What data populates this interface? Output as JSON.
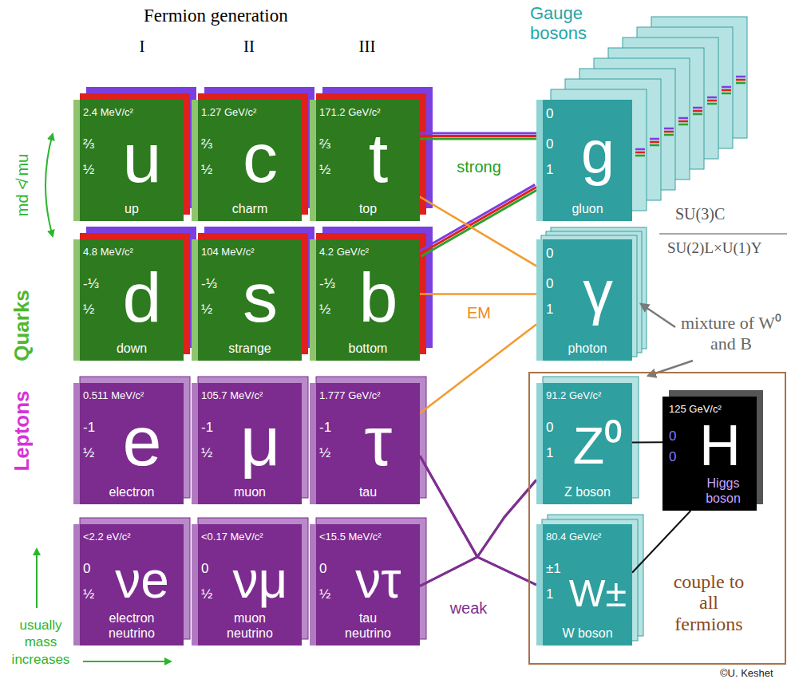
{
  "diagram": {
    "title": "Fermion generation",
    "nodes": [
      {
        "text": [
          "2.4 MeV/c²",
          "⅔",
          "½",
          "u",
          "up"
        ]
      },
      {
        "text": [
          "1.27 GeV/c²",
          "⅔",
          "½",
          "c",
          "charm"
        ]
      },
      {
        "text": [
          "171.2 GeV/c²",
          "⅔",
          "½",
          "t",
          "top"
        ]
      },
      {
        "text": [
          "4.8 MeV/c²",
          "-⅓",
          "½",
          "d",
          "down"
        ]
      },
      {
        "text": [
          "104 MeV/c²",
          "-⅓",
          "½",
          "s",
          "strange"
        ]
      },
      {
        "text": [
          "4.2 GeV/c²",
          "-⅓",
          "½",
          "b",
          "bottom"
        ]
      },
      {
        "text": [
          "0.511 MeV/c²",
          "-1",
          "½",
          "e",
          "electron"
        ]
      },
      {
        "text": [
          "105.7 MeV/c²",
          "-1",
          "½",
          "μ",
          "muon"
        ]
      },
      {
        "text": [
          "1.777 GeV/c²",
          "-1",
          "½",
          "τ",
          "tau"
        ]
      },
      {
        "text": [
          "<2.2 eV/c²",
          "0",
          "½",
          "νe",
          "electron neutrino"
        ]
      },
      {
        "text": [
          "<0.17 MeV/c²",
          "0",
          "½",
          "νμ",
          "muon neutrino"
        ]
      },
      {
        "text": [
          "<15.5 MeV/c²",
          "0",
          "½",
          "ντ",
          "tau neutrino"
        ]
      },
      {
        "text": [
          "0",
          "0",
          "1",
          "g",
          "gluon"
        ]
      },
      {
        "text": [
          "0",
          "0",
          "1",
          "γ",
          "photon"
        ]
      },
      {
        "text": [
          "couple to all fermions"
        ]
      },
      {
        "text": [
          "91.2 GeV/c²",
          "0",
          "1",
          "Z⁰",
          "Z boson"
        ],
        "in": 14
      },
      {
        "text": [
          "125 GeV/c²",
          "0",
          "0",
          "H",
          "Higgs boson"
        ],
        "in": 14
      },
      {
        "text": [
          "80.4 GeV/c²",
          "±1",
          "1",
          "W±",
          "W boson"
        ],
        "in": 14
      }
    ],
    "edges": [
      {
        "from": 2,
        "to": 12,
        "arrow": "none",
        "label": "strong"
      },
      {
        "from": 5,
        "to": 12,
        "arrow": "none"
      },
      {
        "from": 2,
        "to": 13,
        "arrow": "none"
      },
      {
        "from": 5,
        "to": 13,
        "arrow": "none",
        "label": "EM"
      },
      {
        "from": 8,
        "to": 13,
        "arrow": "none"
      },
      {
        "from": 8,
        "to": 15,
        "arrow": "none"
      },
      {
        "from": 8,
        "to": 17,
        "arrow": "none"
      },
      {
        "from": 11,
        "to": 15,
        "arrow": "none"
      },
      {
        "from": 11,
        "to": 17,
        "arrow": "none",
        "label": "weak"
      },
      {
        "from": 16,
        "to": 15,
        "arrow": "none"
      },
      {
        "from": 16,
        "to": 17,
        "arrow": "none"
      }
    ],
    "labels": [
      "I",
      "II",
      "III",
      "Gauge bosons",
      "md ≮ mu",
      "Quarks",
      "Leptons",
      "SU(3)C",
      "SU(2)L×U(1)Y",
      "mixture of W⁰ and B",
      "usually mass increases",
      "©U. Keshet"
    ]
  }
}
